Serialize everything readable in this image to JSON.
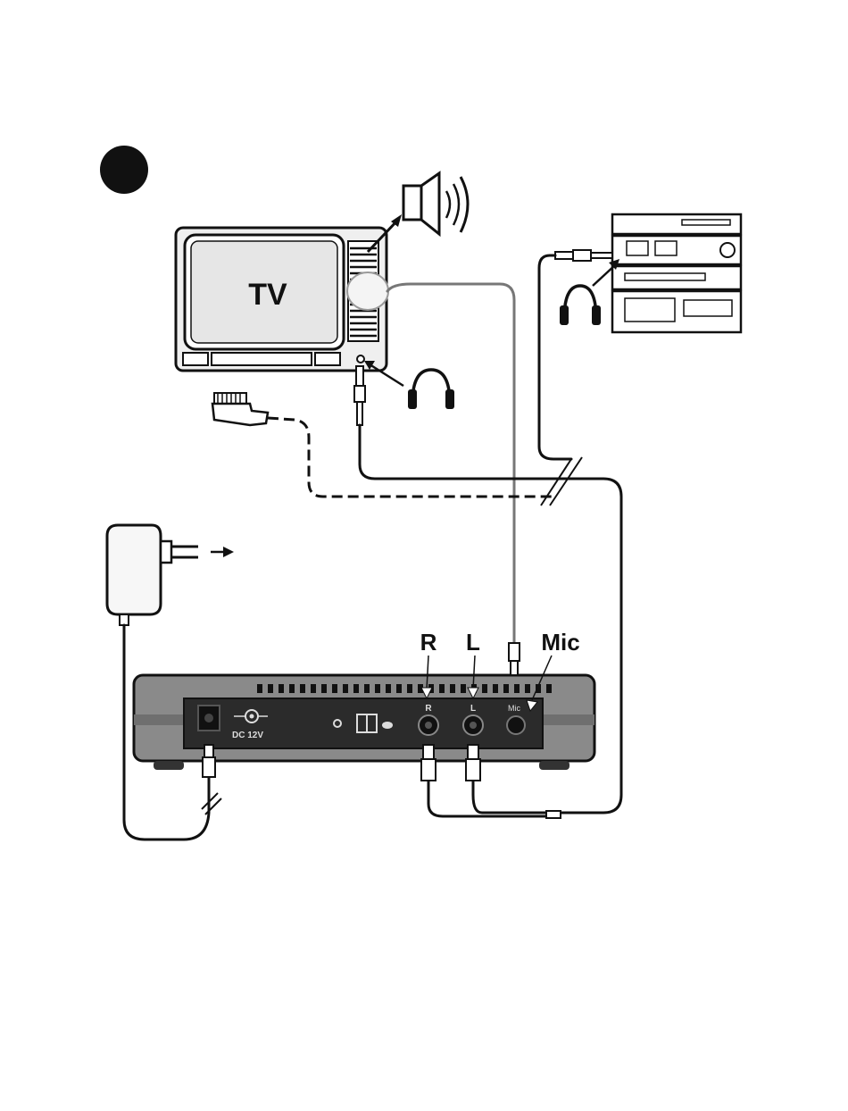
{
  "tv": {
    "label": "TV"
  },
  "device": {
    "jack_r": "R",
    "jack_l": "L",
    "jack_mic": "Mic",
    "power_label": "DC 12V",
    "panel_r": "R",
    "panel_l": "L",
    "panel_mic": "Mic"
  },
  "icons": {
    "step_marker": "filled-circle",
    "speaker": "loudspeaker-icon",
    "headphones": "headphones-icon",
    "hifi": "stereo-stack-icon",
    "adapter": "power-adapter-icon",
    "scart": "scart-plug-icon"
  },
  "colors": {
    "ink": "#111111",
    "device_body": "#8a8a8a",
    "panel": "#2b2b2b"
  }
}
